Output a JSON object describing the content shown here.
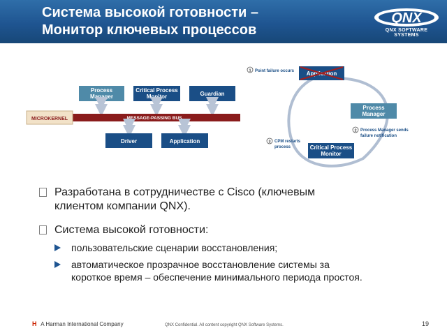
{
  "header": {
    "title_line1": "Система высокой готовности –",
    "title_line2": "Монитор ключевых процессов",
    "logo_text": "QNX SOFTWARE SYSTEMS"
  },
  "architecture_diagram": {
    "box_process_manager_line1": "Process",
    "box_process_manager_line2": "Manager",
    "box_cpm_line1": "Critical Process",
    "box_cpm_line2": "Monitor",
    "box_guardian": "Guardian",
    "microkernel": "MICROKERNEL",
    "bus": "MESSAGE-PASSING BUS",
    "box_driver": "Driver",
    "box_application": "Application"
  },
  "recovery_diagram": {
    "step1": "Point failure occurs",
    "app": "Application",
    "pm_line1": "Process",
    "pm_line2": "Manager",
    "step2_line1": "Process Manager sends",
    "step2_line2": "failure notification",
    "step3_line1": "CPM restarts",
    "step3_line2": "process",
    "cpm_line1": "Critical Process",
    "cpm_line2": "Monitor",
    "n1": "1",
    "n2": "2",
    "n3": "3"
  },
  "bullets": [
    {
      "text_line1": "Разработана в сотрудничестве с Cisco (ключевым",
      "text_line2": "клиентом компании QNX)."
    },
    {
      "text": "Система высокой готовности:"
    }
  ],
  "sub_bullets": [
    {
      "text": "пользовательские сценарии восстановления;"
    },
    {
      "text_line1": "автоматическое прозрачное восстановление системы за",
      "text_line2": "короткое время – обеспечение минимального периода простоя."
    }
  ],
  "footer": {
    "company": "A Harman International Company",
    "company_mark": "H",
    "confidential": "QNX Confidential. All content copyright QNX Software Systems.",
    "page_number": "19"
  },
  "colors": {
    "header_blue": "#1f5591",
    "box_dark": "#1a4e86",
    "box_teal": "#3f80a0",
    "bus_red": "#8a1c1c"
  }
}
